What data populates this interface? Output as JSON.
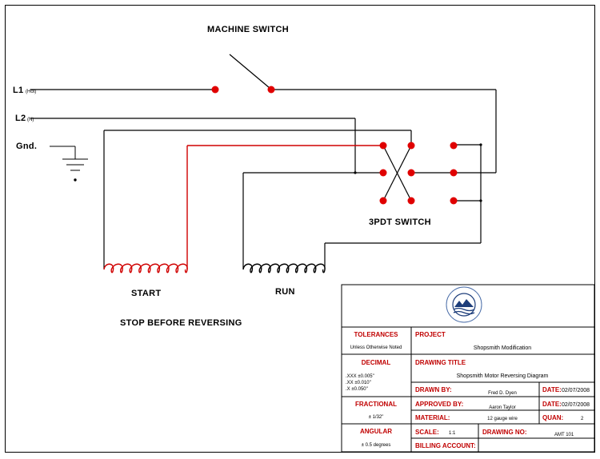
{
  "diagram": {
    "machine_switch_label": "MACHINE SWITCH",
    "l1_label": "L1",
    "l1_sub": "(Hot)",
    "l2_label": "L2",
    "l2_sub": "(N)",
    "gnd_label": "Gnd.",
    "switch_label": "3PDT SWITCH",
    "start_label": "START",
    "run_label": "RUN",
    "note": "STOP BEFORE REVERSING",
    "colors": {
      "wire": "#000000",
      "hot_wire": "#d00000",
      "terminal": "#e00000"
    }
  },
  "title_block": {
    "logo_icon": "school-seal-logo",
    "tolerances": {
      "label": "TOLERANCES",
      "value": "Unless Otherwise Noted"
    },
    "decimal": {
      "label": "DECIMAL",
      "lines": [
        ".XXX ±0.005\"",
        ".XX  ±0.010\"",
        ".X   ±0.050\""
      ]
    },
    "fractional": {
      "label": "FRACTIONAL",
      "value": "± 1/32\""
    },
    "angular": {
      "label": "ANGULAR",
      "value": "± 0.5 degrees"
    },
    "project": {
      "label": "PROJECT",
      "value": "Shopsmith Modification"
    },
    "drawing_title": {
      "label": "DRAWING TITLE",
      "value": "Shopsmith Motor Reversing Diagram"
    },
    "drawn_by": {
      "label": "DRAWN BY:",
      "value": "Fred D. Dyen"
    },
    "approved_by": {
      "label": "APPROVED BY:",
      "value": "Aaron Taylor"
    },
    "material": {
      "label": "MATERIAL:",
      "value": "12 gauge wire"
    },
    "scale": {
      "label": "SCALE:",
      "value": "1:1"
    },
    "drawing_no": {
      "label": "DRAWING NO:",
      "value": "AMT 101"
    },
    "billing": {
      "label": "BILLING ACCOUNT:",
      "value": ""
    },
    "date1": {
      "label": "DATE:",
      "value": "02/07/2008"
    },
    "date2": {
      "label": "DATE:",
      "value": "02/07/2008"
    },
    "quan": {
      "label": "QUAN:",
      "value": "2"
    }
  }
}
